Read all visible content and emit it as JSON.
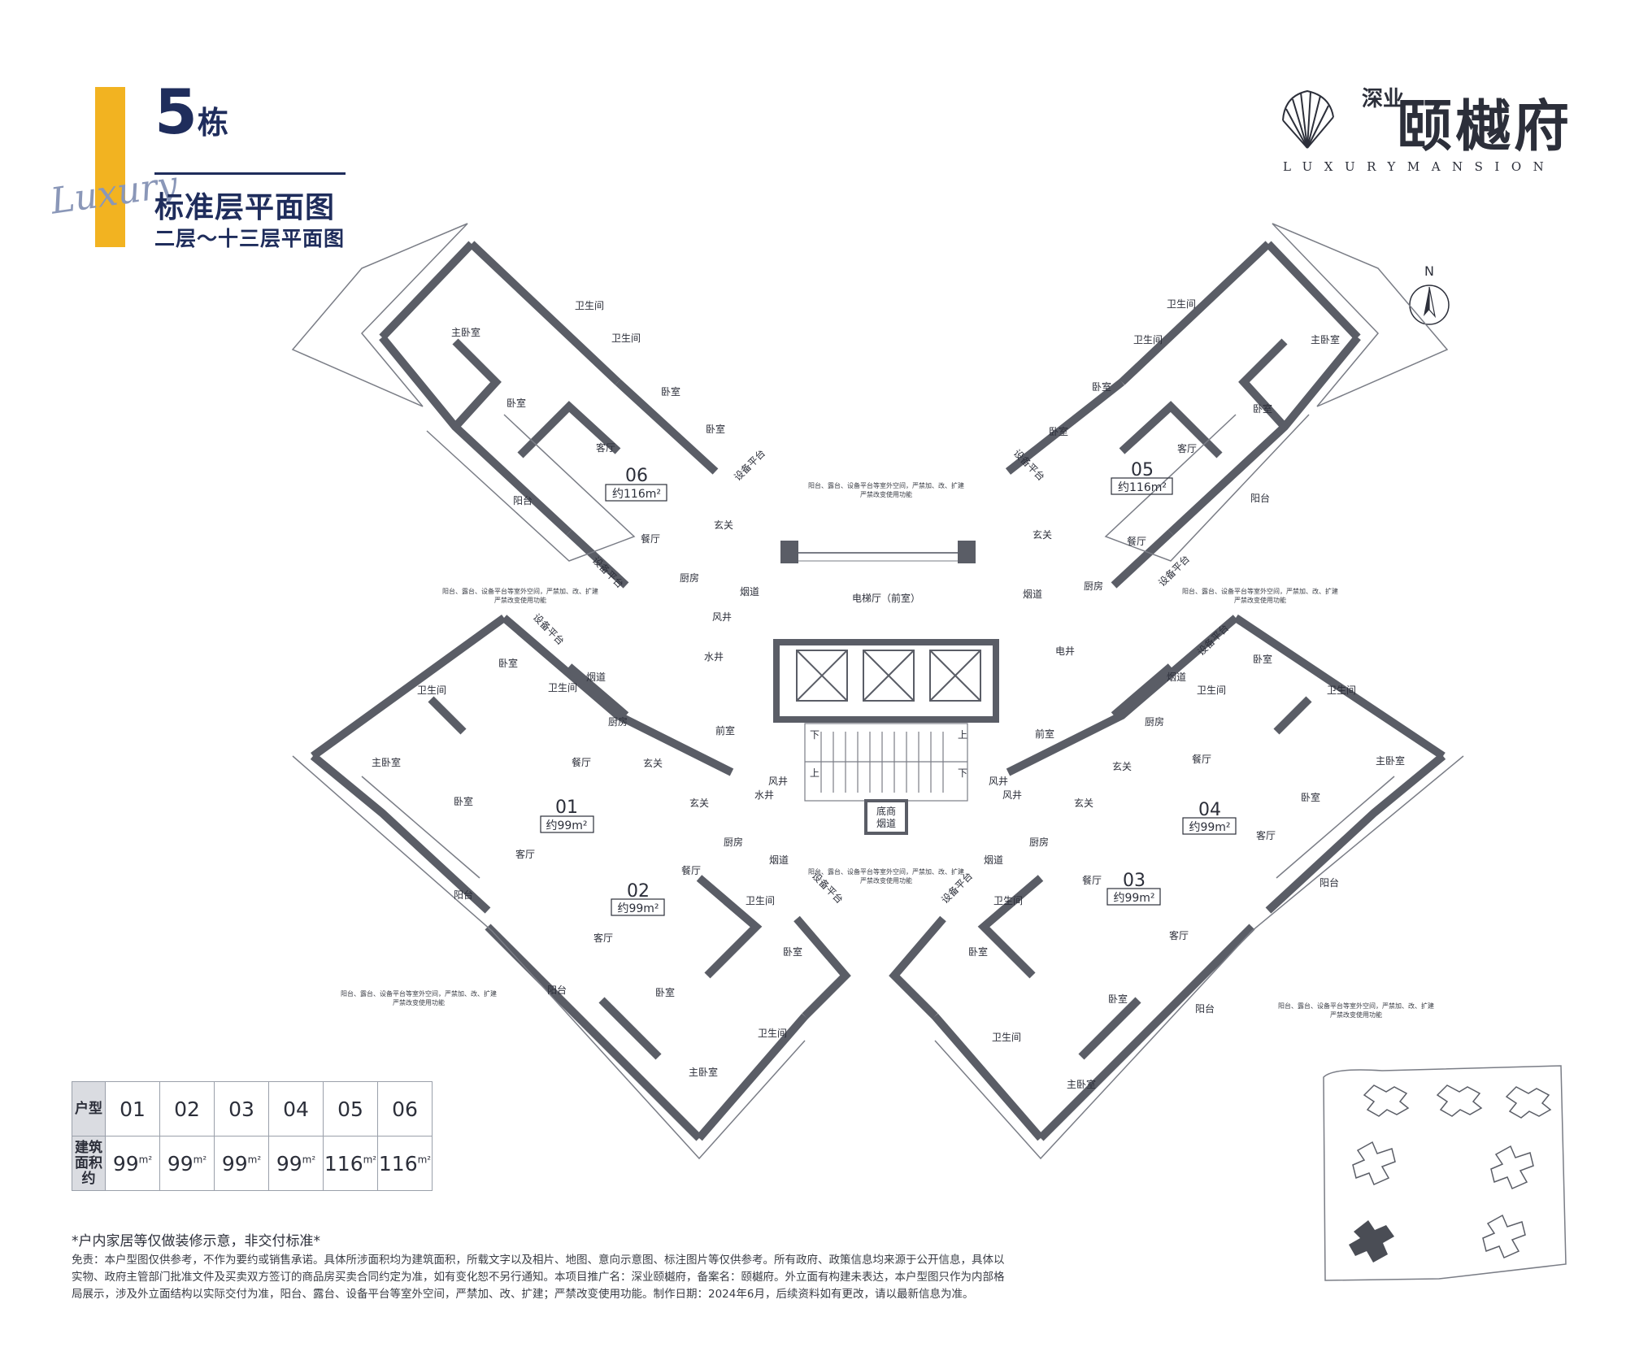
{
  "header": {
    "building_number": "5",
    "building_suffix": "栋",
    "title": "标准层平面图",
    "subtitle": "二层～十三层平面图",
    "script_text": "Luxury"
  },
  "brand": {
    "name_small": "深业",
    "name_large": "颐樾府",
    "tagline": "LUXURYMANSION"
  },
  "compass": {
    "label": "N"
  },
  "units": [
    {
      "id": "06",
      "area_label": "约116m²"
    },
    {
      "id": "05",
      "area_label": "约116m²"
    },
    {
      "id": "01",
      "area_label": "约99m²"
    },
    {
      "id": "04",
      "area_label": "约99m²"
    },
    {
      "id": "02",
      "area_label": "约99m²"
    },
    {
      "id": "03",
      "area_label": "约99m²"
    }
  ],
  "room_labels": {
    "master_bedroom": "主卧室",
    "bedroom": "卧室",
    "bathroom": "卫生间",
    "living_room": "客厅",
    "dining_room": "餐厅",
    "kitchen": "厨房",
    "balcony": "阳台",
    "entrance": "玄关",
    "equipment_platform": "设备平台",
    "flue": "烟道",
    "air_shaft": "风井",
    "water_shaft": "水井",
    "electric_shaft": "电井",
    "front_room": "前室",
    "elevator_hall": "电梯厅（前室）",
    "bottom_flue_line1": "底商",
    "bottom_flue_line2": "烟道",
    "up": "上",
    "down": "下"
  },
  "plan_note": {
    "line1": "阳台、露台、设备平台等室外空间，严禁加、改、扩建",
    "line2": "严禁改变使用功能"
  },
  "area_table": {
    "row1_header": "户型",
    "row2_header": "建筑面积约",
    "unit_ids": [
      "01",
      "02",
      "03",
      "04",
      "05",
      "06"
    ],
    "areas": [
      "99",
      "99",
      "99",
      "99",
      "116",
      "116"
    ],
    "area_unit": "m²"
  },
  "disclaimer": {
    "headline": "*户内家居等仅做装修示意，非交付标准*",
    "body": "免责：本户型图仅供参考，不作为要约或销售承诺。具体所涉面积均为建筑面积，所载文字以及相片、地图、意向示意图、标注图片等仅供参考。所有政府、政策信息均来源于公开信息，具体以实物、政府主管部门批准文件及买卖双方签订的商品房买卖合同约定为准，如有变化恕不另行通知。本项目推广名：深业颐樾府，备案名：颐樾府。外立面有构建未表达，本户型图只作为内部格局展示，涉及外立面结构以实际交付为准，阳台、露台、设备平台等室外空间，严禁加、改、扩建；严禁改变使用功能。制作日期：2024年6月，后续资料如有更改，请以最新信息为准。"
  },
  "colors": {
    "accent_yellow": "#f2b321",
    "navy": "#1f2d5c",
    "wall": "#5a5d66",
    "text": "#2c2f3a",
    "highlight_building": "#4a4d55"
  }
}
